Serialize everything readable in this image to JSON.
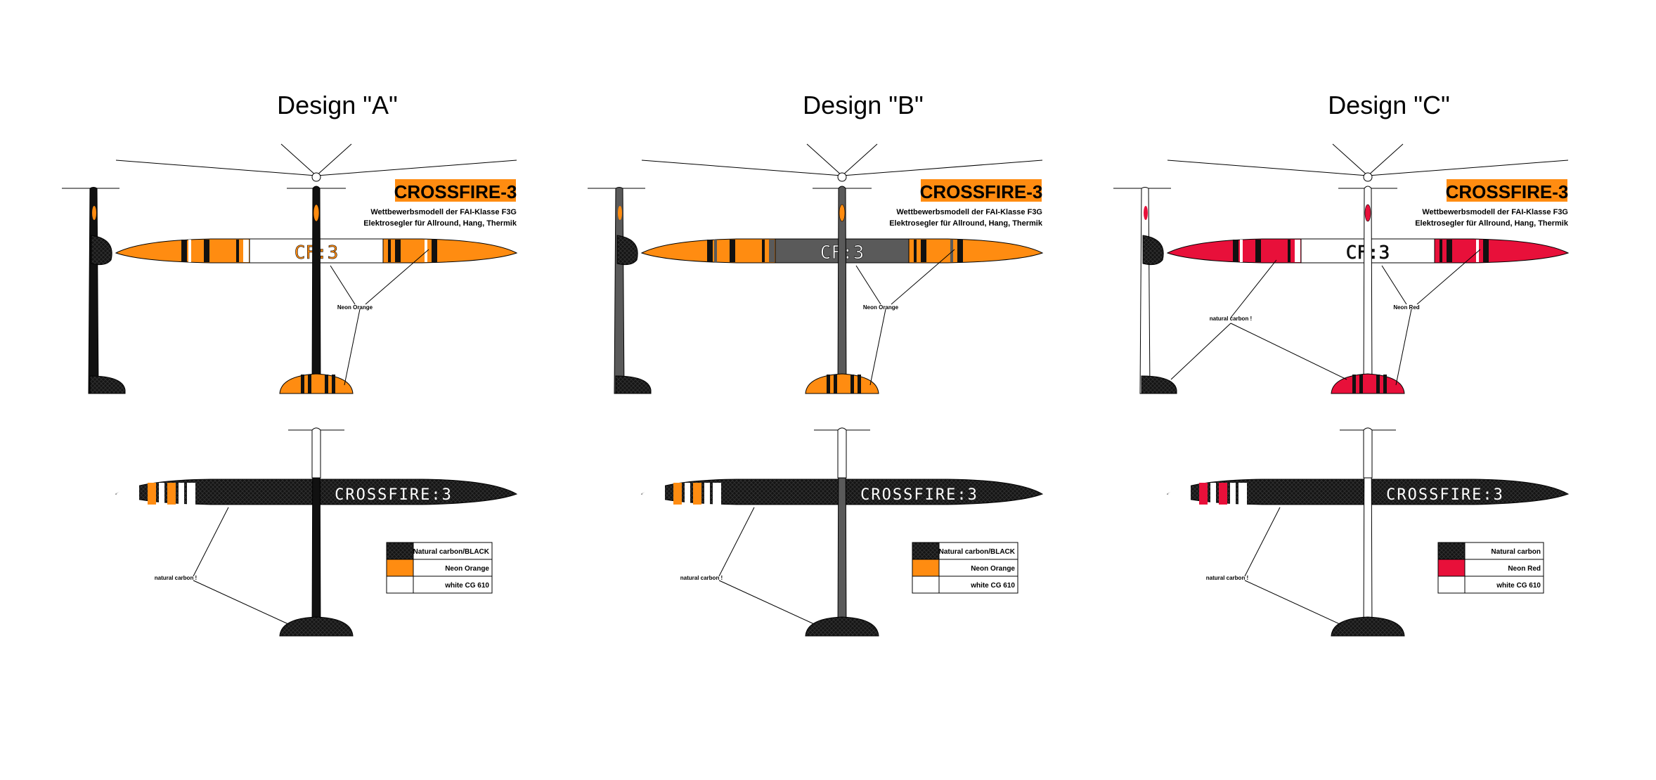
{
  "colors": {
    "orange": "#FF8C11",
    "red": "#E8103A",
    "carbon": "#111111",
    "grey": "#5A5A5A",
    "white": "#FFFFFF"
  },
  "designs": [
    {
      "title": "Design \"A\"",
      "brand": "CROSSFIRE-3",
      "subtitle1": "Wettbewerbsmodell der FAI-Klasse F3G",
      "subtitle2": "Elektrosegler für Allround, Hang, Thermik",
      "wing_logo": "CF:3",
      "bottom_wing_text": "CROSSFIRE:3",
      "callout_top": "Neon Orange",
      "callout_top2": "",
      "callout_bottom": "natural carbon !",
      "legend": [
        {
          "color": "#111111",
          "label": "Natural carbon/BLACK"
        },
        {
          "color": "#FF8C11",
          "label": "Neon Orange"
        },
        {
          "color": "#FFFFFF",
          "label": "white CG 610"
        }
      ]
    },
    {
      "title": "Design \"B\"",
      "brand": "CROSSFIRE-3",
      "subtitle1": "Wettbewerbsmodell der FAI-Klasse F3G",
      "subtitle2": "Elektrosegler für Allround, Hang, Thermik",
      "wing_logo": "CF:3",
      "bottom_wing_text": "CROSSFIRE:3",
      "callout_top": "Neon Orange",
      "callout_top2": "",
      "callout_bottom": "natural carbon !",
      "legend": [
        {
          "color": "#111111",
          "label": "Natural carbon/BLACK"
        },
        {
          "color": "#FF8C11",
          "label": "Neon Orange"
        },
        {
          "color": "#FFFFFF",
          "label": "white CG 610"
        }
      ]
    },
    {
      "title": "Design \"C\"",
      "brand": "CROSSFIRE-3",
      "subtitle1": "Wettbewerbsmodell der FAI-Klasse F3G",
      "subtitle2": "Elektrosegler für Allround, Hang, Thermik",
      "wing_logo": "CF:3",
      "bottom_wing_text": "CROSSFIRE:3",
      "callout_top": "Neon Red",
      "callout_top2": "natural carbon !",
      "callout_bottom": "natural carbon !",
      "legend": [
        {
          "color": "#111111",
          "label": "Natural carbon"
        },
        {
          "color": "#E8103A",
          "label": "Neon Red"
        },
        {
          "color": "#FFFFFF",
          "label": "white CG 610"
        }
      ]
    }
  ]
}
